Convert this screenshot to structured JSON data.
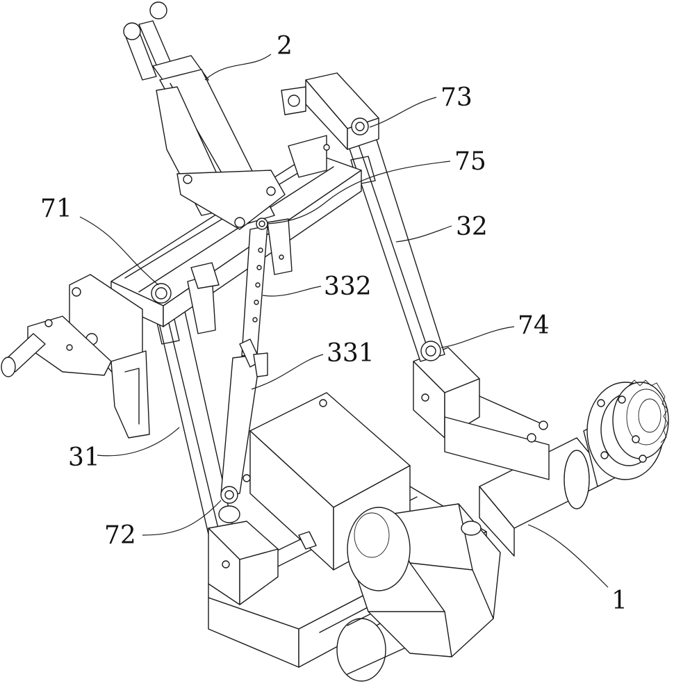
{
  "labels": {
    "l2": "2",
    "l73": "73",
    "l75": "75",
    "l71": "71",
    "l32": "32",
    "l332": "332",
    "l74": "74",
    "l331": "331",
    "l31": "31",
    "l72": "72",
    "l1": "1"
  },
  "colors": {
    "ink": "#1a1a1a",
    "background": "#ffffff"
  }
}
